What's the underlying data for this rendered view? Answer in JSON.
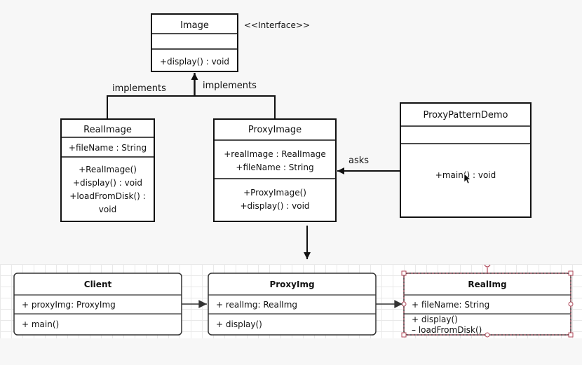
{
  "top_diagram": {
    "image": {
      "name": "Image",
      "stereotype": "<<Interface>>",
      "attributes": [],
      "methods": [
        "+display()  : void"
      ]
    },
    "real_image": {
      "name": "RealImage",
      "attributes": [
        "+fileName  : String"
      ],
      "methods": [
        "+RealImage()",
        "+display()  : void",
        "+loadFromDisk()   :",
        "void"
      ]
    },
    "proxy_image": {
      "name": "ProxyImage",
      "attributes": [
        "+realImage : RealImage",
        "+fileName  : String"
      ],
      "methods": [
        "+ProxyImage()",
        "+display()  : void"
      ]
    },
    "proxy_pattern_demo": {
      "name": "ProxyPatternDemo",
      "attributes": [],
      "methods": [
        "+main()  : void"
      ]
    },
    "relations": {
      "implements_left": "implements",
      "implements_right": "implements",
      "asks": "asks"
    }
  },
  "bottom_diagram": {
    "client": {
      "name": "Client",
      "attributes": [
        "+ proxyImg: ProxyImg"
      ],
      "methods": [
        "+ main()"
      ]
    },
    "proxy_img": {
      "name": "ProxyImg",
      "attributes": [
        "+ realImg: RealImg"
      ],
      "methods": [
        "+ display()"
      ]
    },
    "real_img": {
      "name": "RealImg",
      "attributes": [
        "+ fileName: String"
      ],
      "methods": [
        "+ display()",
        "– loadFromDisk()"
      ]
    }
  },
  "colors": {
    "line": "#111111",
    "selection": "#b0495a"
  }
}
